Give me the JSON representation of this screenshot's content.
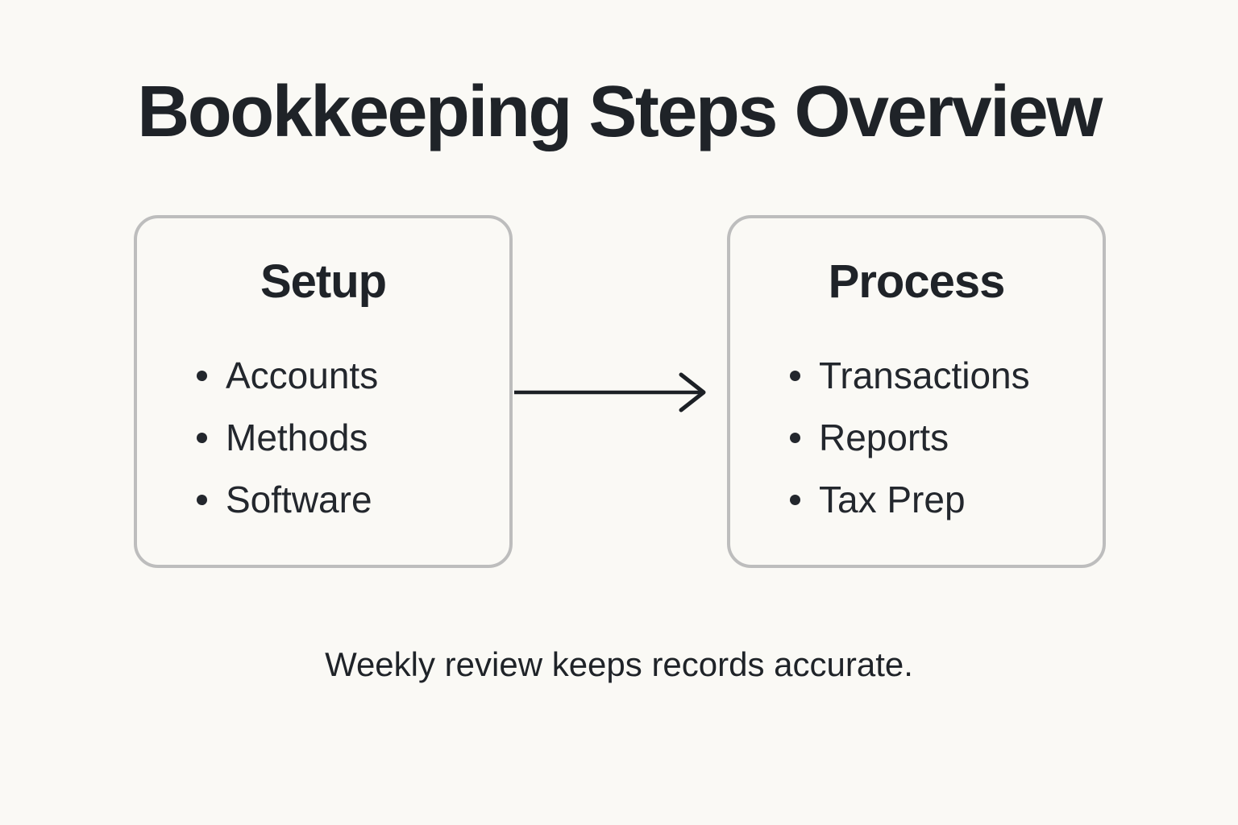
{
  "title": "Bookkeeping Steps Overview",
  "boxes": [
    {
      "title": "Setup",
      "items": [
        "Accounts",
        "Methods",
        "Software"
      ]
    },
    {
      "title": "Process",
      "items": [
        "Transactions",
        "Reports",
        "Tax Prep"
      ]
    }
  ],
  "arrow": {
    "direction": "right",
    "from": "Setup",
    "to": "Process"
  },
  "footer": "Weekly review keeps records accurate.",
  "colors": {
    "background": "#faf9f5",
    "text": "#1f2328",
    "box_border": "#bdbdbd",
    "arrow": "#1c2025"
  }
}
